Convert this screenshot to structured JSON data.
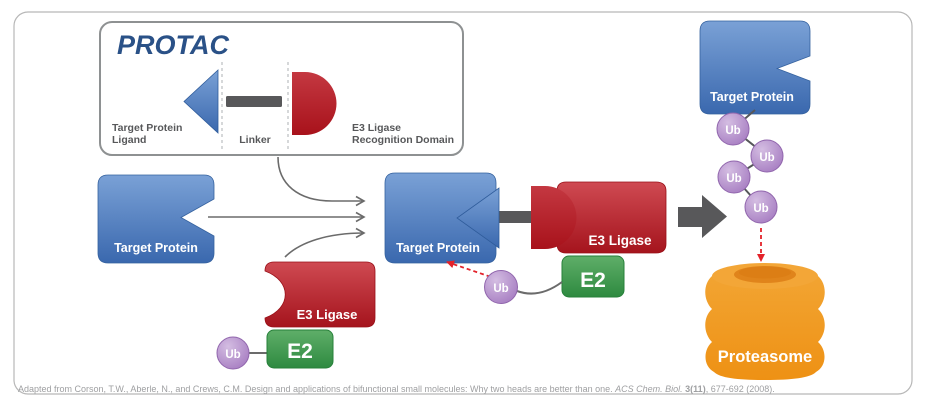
{
  "colors": {
    "blue_top": "#7aa1d6",
    "blue_bottom": "#3a68ae",
    "red_top": "#cf4a52",
    "red_bottom": "#a5141d",
    "green_top": "#5fae69",
    "green_bottom": "#2e8a40",
    "purple": "#a97fc4",
    "orange": "#f09d26",
    "dark_gray": "#58585a",
    "arrow_gray": "#6b6b6b",
    "dashed_red": "#e3222a",
    "title_blue": "#2a5187",
    "label_gray": "#57585a",
    "citation_gray": "#9e9fa1"
  },
  "protac_box": {
    "title": "PROTAC",
    "ligand_label": [
      "Target Protein",
      "Ligand"
    ],
    "linker_label": "Linker",
    "e3_domain_label": [
      "E3 Ligase",
      "Recognition Domain"
    ]
  },
  "proteins": {
    "left": "Target Protein",
    "complex": "Target Protein",
    "ubiquitinated": "Target Protein"
  },
  "e3_ligase": {
    "free_label": "E3 Ligase",
    "complex_label": "E3 Ligase"
  },
  "e2": {
    "free_label": "E2",
    "complex_label": "E2"
  },
  "ub_label": "Ub",
  "proteasome_label": "Proteasome",
  "citation": {
    "prefix": "Adapted from Corson, T.W., Aberle, N., and Crews, C.M. Design and applications of bifunctional small molecules: Why two heads are better than one. ",
    "journal": "ACS Chem. Biol.",
    "volume": " 3(11)",
    "suffix": ", 677-692 (2008)."
  }
}
